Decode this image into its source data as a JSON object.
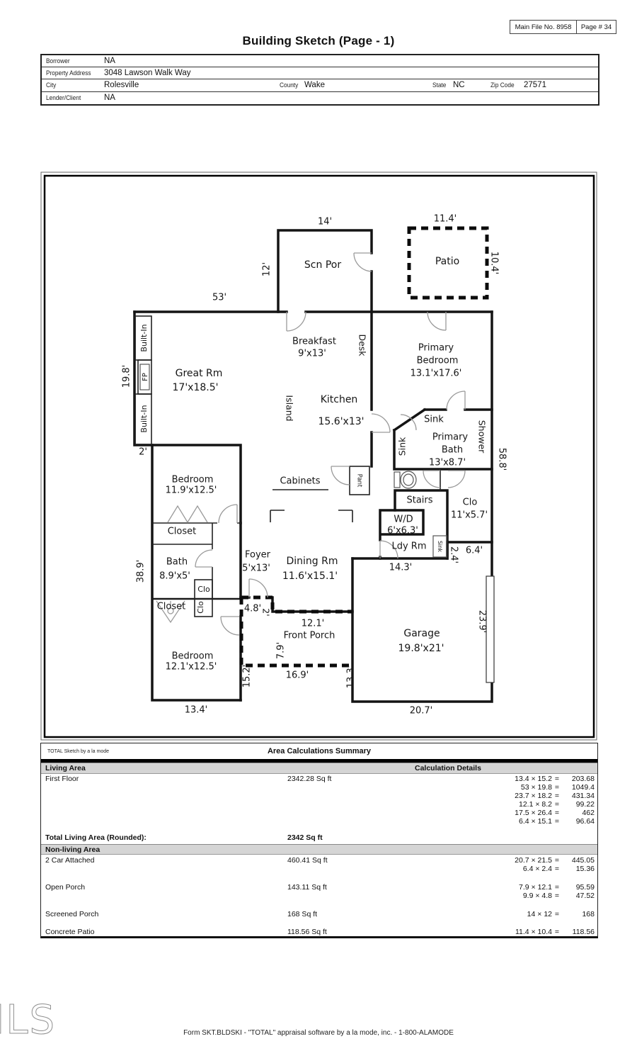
{
  "file_info": {
    "main_file": "Main File No. 8958",
    "page": "Page # 34"
  },
  "title": "Building Sketch (Page - 1)",
  "info": {
    "borrower_label": "Borrower",
    "borrower": "NA",
    "property_label": "Property Address",
    "property": "3048 Lawson Walk Way",
    "city_label": "City",
    "city": "Rolesville",
    "county_label": "County",
    "county": "Wake",
    "state_label": "State",
    "state": "NC",
    "zip_label": "Zip Code",
    "zip": "27571",
    "lender_label": "Lender/Client",
    "lender": "NA"
  },
  "plan": {
    "rooms": {
      "scn_por": {
        "name": "Scn Por"
      },
      "patio": {
        "name": "Patio"
      },
      "great": {
        "name": "Great Rm",
        "dims": "17'x18.5'"
      },
      "breakfast": {
        "name": "Breakfast",
        "dims": "9'x13'"
      },
      "kitchen": {
        "name": "Kitchen",
        "dims": "15.6'x13'"
      },
      "primary_bedroom": {
        "name1": "Primary",
        "name2": "Bedroom",
        "dims": "13.1'x17.6'"
      },
      "primary_bath": {
        "name1": "Primary",
        "name2": "Bath",
        "dims": "13'x8.7'"
      },
      "bedroom1": {
        "name": "Bedroom",
        "dims": "11.9'x12.5'"
      },
      "bedroom2": {
        "name": "Bedroom",
        "dims": "12.1'x12.5'"
      },
      "bath": {
        "name": "Bath",
        "dims": "8.9'x5'"
      },
      "foyer": {
        "name": "Foyer",
        "dims": "5'x13'"
      },
      "dining": {
        "name": "Dining Rm",
        "dims": "11.6'x15.1'"
      },
      "garage": {
        "name": "Garage",
        "dims": "19.8'x21'"
      },
      "front_porch": {
        "name": "Front Porch",
        "dims": "12.1'"
      },
      "stairs": {
        "name": "Stairs"
      },
      "wd": {
        "name": "W/D",
        "dims": "6'x6.3'"
      },
      "ldy": {
        "name": "Ldy Rm"
      },
      "clo_room": {
        "name": "Clo",
        "dims": "11'x5.7'"
      },
      "closet1": {
        "name": "Closet"
      },
      "closet2": {
        "name": "Closet"
      },
      "clo_small1": {
        "name": "Clo"
      },
      "clo_small2": {
        "name": "Clo"
      }
    },
    "features": {
      "built_in": "Built-In",
      "fp": "FP",
      "island": "Island",
      "desk": "Desk",
      "cabinets": "Cabinets",
      "pant": "Pant",
      "sink": "Sink",
      "shower": "Shower"
    },
    "dims": {
      "scn_w": "14'",
      "scn_d": "12'",
      "patio_w": "11.4'",
      "patio_d": "10.4'",
      "top": "53'",
      "left_upper": "19.8'",
      "jog": "2'",
      "left_lower": "38.9'",
      "right": "58.8'",
      "bed2_w": "13.4'",
      "porch_notch_w": "4.8'",
      "porch_notch_d": "2'",
      "porch_d": "7.9'",
      "porch_w": "16.9'",
      "porch_left": "15.2'",
      "garage_side": "13.3'",
      "ldy_w": "14.3'",
      "clo_w": "6.4'",
      "clo_d": "2.4'",
      "garage_d": "23.9'",
      "garage_w": "20.7'"
    }
  },
  "area_table": {
    "software_note": "TOTAL Sketch by a la mode",
    "title": "Area Calculations Summary",
    "living_header": "Living Area",
    "calc_header": "Calculation Details",
    "first_floor": {
      "name": "First Floor",
      "sqft": "2342.28 Sq ft",
      "lines": [
        {
          "expr": "13.4 × 15.2",
          "val": "203.68"
        },
        {
          "expr": "53 × 19.8",
          "val": "1049.4"
        },
        {
          "expr": "23.7 × 18.2",
          "val": "431.34"
        },
        {
          "expr": "12.1 × 8.2",
          "val": "99.22"
        },
        {
          "expr": "17.5 × 26.4",
          "val": "462"
        },
        {
          "expr": "6.4 × 15.1",
          "val": "96.64"
        }
      ]
    },
    "total_label": "Total Living Area (Rounded):",
    "total_value": "2342 Sq ft",
    "nonliving_header": "Non-living Area",
    "rows": [
      {
        "name": "2 Car Attached",
        "sqft": "460.41 Sq ft",
        "lines": [
          {
            "expr": "20.7 × 21.5",
            "val": "445.05"
          },
          {
            "expr": "6.4 × 2.4",
            "val": "15.36"
          }
        ]
      },
      {
        "name": "Open Porch",
        "sqft": "143.11 Sq ft",
        "lines": [
          {
            "expr": "7.9 × 12.1",
            "val": "95.59"
          },
          {
            "expr": "9.9 × 4.8",
            "val": "47.52"
          }
        ]
      },
      {
        "name": "Screened Porch",
        "sqft": "168 Sq ft",
        "lines": [
          {
            "expr": "14 × 12",
            "val": "168"
          }
        ]
      },
      {
        "name": "Concrete Patio",
        "sqft": "118.56 Sq ft",
        "lines": [
          {
            "expr": "11.4 × 10.4",
            "val": "118.56"
          }
        ]
      }
    ]
  },
  "footer": {
    "logo": "DMLS",
    "text": "Form SKT.BLDSKI - \"TOTAL\" appraisal software by a la mode, inc. - 1-800-ALAMODE"
  }
}
